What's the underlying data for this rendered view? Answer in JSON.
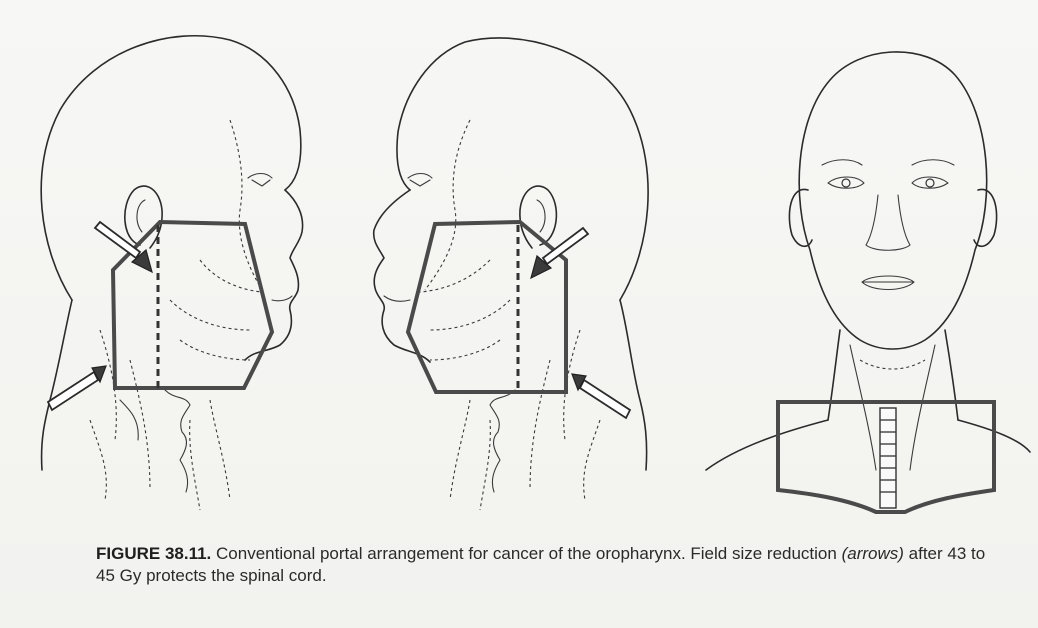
{
  "figure": {
    "label": "FIGURE 38.11.",
    "caption_part1": " Conventional portal arrangement for cancer of the oropharynx. Field size reduction ",
    "caption_italic": "(arrows)",
    "caption_part2": " after 43 to 45 Gy protects the spinal cord."
  }
}
